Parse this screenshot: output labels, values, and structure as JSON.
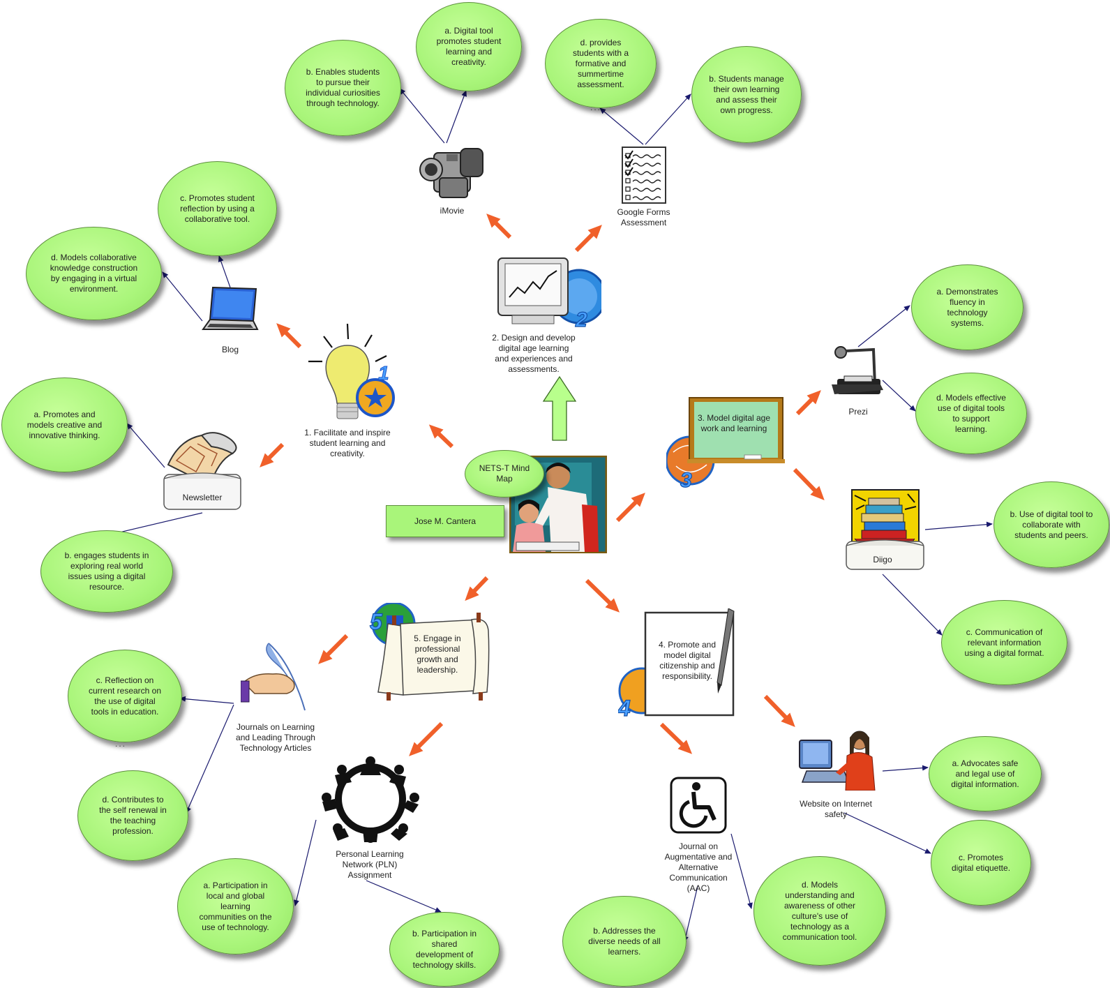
{
  "center": {
    "title": "NETS-T Mind Map",
    "author": "Jose M. Cantera"
  },
  "standards": [
    {
      "id": "s1",
      "label": "1. Facilitate and inspire student learning and creativity.",
      "badge": "1"
    },
    {
      "id": "s2",
      "label": "2. Design and develop digital age learning and experiences and assessments.",
      "badge": "2"
    },
    {
      "id": "s3",
      "label": "3. Model digital age work and learning",
      "badge": "3"
    },
    {
      "id": "s4",
      "label": "4. Promote and model digital citizenship and responsibility.",
      "badge": "4"
    },
    {
      "id": "s5",
      "label": "5. Engage in professional growth and leadership.",
      "badge": "5"
    }
  ],
  "tools": {
    "blog": "Blog",
    "newsletter": "Newsletter",
    "imovie": "iMovie",
    "google_forms": "Google Forms Assessment",
    "prezi": "Prezi",
    "diigo": "Diigo",
    "website": "Website on Internet safety",
    "journal_aac": "Journal on Augmentative and Alternative Communication (AAC)",
    "journals_articles": "Journals on Learning and Leading Through Technology Articles",
    "pln": "Personal Learning Network (PLN) Assignment"
  },
  "bubbles": {
    "imovie_a": "a. Digital tool promotes student learning and creativity.",
    "imovie_b": "b. Enables students to pursue their individual curiosities through technology.",
    "forms_d": "d. provides students with a formative and summertime assessment.",
    "forms_b": "b. Students manage their own learning and assess their own progress.",
    "blog_c": "c. Promotes student reflection by using a collaborative tool.",
    "blog_d": "d. Models collaborative knowledge construction by engaging in a virtual environment.",
    "news_a": "a. Promotes and models creative and innovative thinking.",
    "news_b": "b. engages students in exploring real world issues using a digital resource.",
    "prezi_a": "a. Demonstrates fluency in technology systems.",
    "prezi_d": "d. Models effective use of digital tools to support learning.",
    "diigo_b": "b. Use of digital tool to collaborate with students and peers.",
    "diigo_c": "c. Communication of relevant information using a digital format.",
    "web_a": "a. Advocates safe and legal use of digital information.",
    "web_c": "c. Promotes digital etiquette.",
    "aac_d": "d. Models understanding and awareness of other culture's use of technology as a communication tool.",
    "aac_b": "b. Addresses the diverse needs of all learners.",
    "jour_c": "c. Reflection on current research on the use of digital tools in education.",
    "jour_d": "d. Contributes to the self renewal in the teaching profession.",
    "pln_a": "a. Participation in local and global learning communities on the use of technology.",
    "pln_b": "b. Participation in shared development of technology skills."
  },
  "ellipsis": "...",
  "colors": {
    "bubble": "#a9f57a",
    "bubble_border": "#5e8f3e",
    "arrow_orange": "#f0602a",
    "arrow_green": "#b8ff8c",
    "connector": "#1a1a6e"
  },
  "icons": [
    "lightbulb-icon",
    "monitor-chart-icon",
    "chalkboard-icon",
    "document-pen-icon",
    "scroll-icon",
    "laptop-icon",
    "map-scroll-icon",
    "camcorder-icon",
    "checklist-icon",
    "projector-icon",
    "books-icon",
    "computer-user-icon",
    "wheelchair-icon",
    "quill-hand-icon",
    "people-circle-icon",
    "teacher-student-icon"
  ]
}
